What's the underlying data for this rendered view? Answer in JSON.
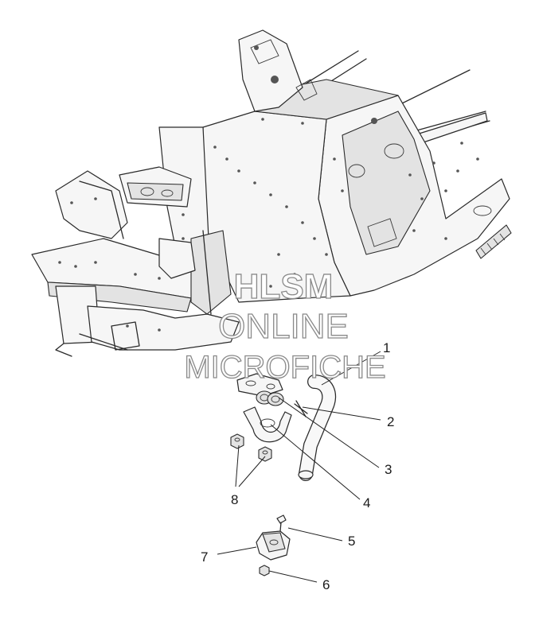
{
  "watermark": {
    "line1": "HLSM",
    "line2": "ONLINE",
    "line3": "MICROFICHE"
  },
  "callouts": [
    {
      "id": "1",
      "label": "1"
    },
    {
      "id": "2",
      "label": "2"
    },
    {
      "id": "3",
      "label": "3"
    },
    {
      "id": "4",
      "label": "4"
    },
    {
      "id": "5",
      "label": "5"
    },
    {
      "id": "6",
      "label": "6"
    },
    {
      "id": "7",
      "label": "7"
    },
    {
      "id": "8",
      "label": "8"
    }
  ],
  "colors": {
    "line": "#2a2a2a",
    "background": "#ffffff",
    "watermark_outline": "#8a8a8a"
  }
}
